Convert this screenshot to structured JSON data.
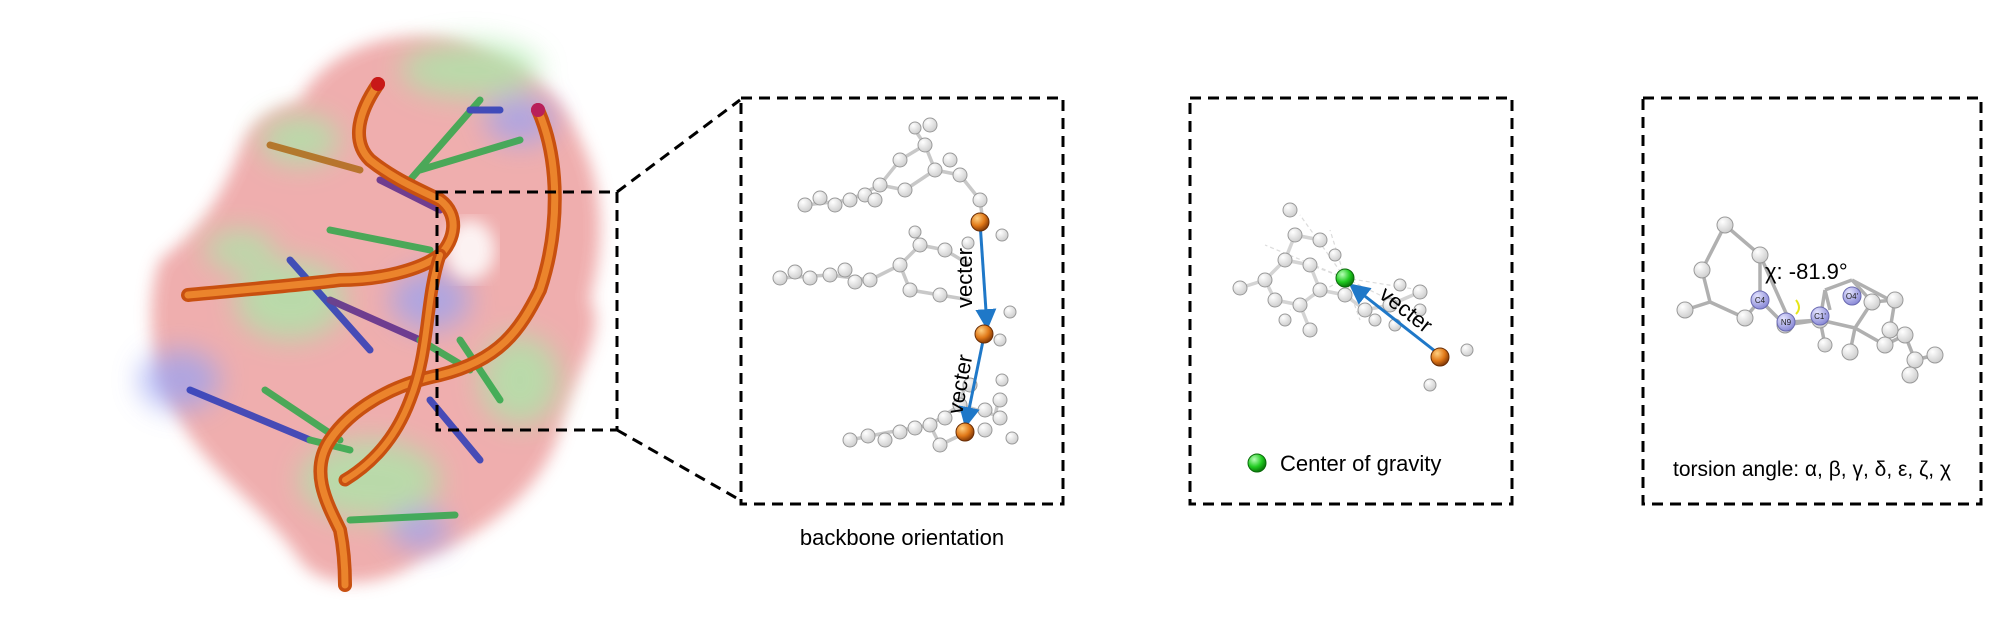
{
  "panels": {
    "backbone": {
      "caption": "backbone orientation",
      "vector_label_1": "vecter",
      "vector_label_2": "vecter"
    },
    "gravity": {
      "vector_label": "vecter",
      "legend_label": "Center of gravity"
    },
    "torsion": {
      "chi_value": "χ: -81.9°",
      "caption": "torsion angle: α, β, γ, δ, ε, ζ, χ",
      "atom_labels": [
        "C4",
        "N9",
        "C1'",
        "O4'"
      ]
    }
  },
  "colors": {
    "vector_arrow": "#1f78c8",
    "phosphorus_atom": "#e07818",
    "center_of_gravity": "#22cc22",
    "surface": "#e89a9a",
    "cartoon_backbone": "#d9621a"
  }
}
